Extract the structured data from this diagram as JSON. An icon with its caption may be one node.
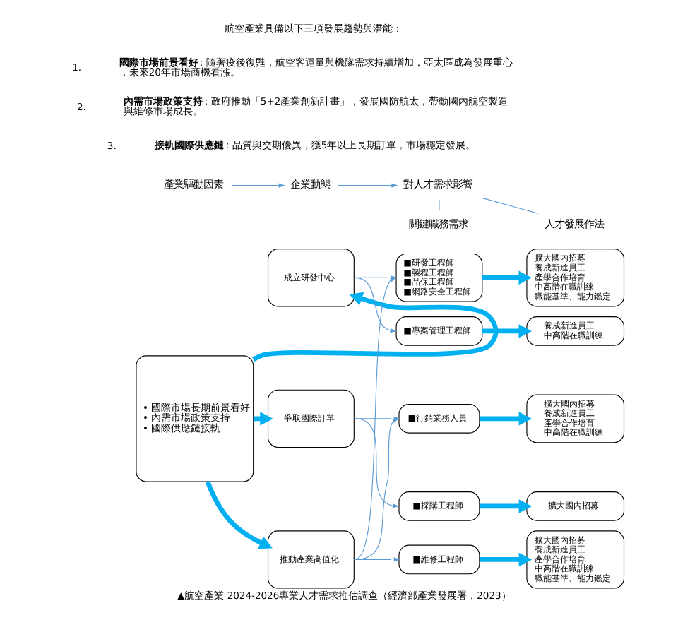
{
  "diagram": {
    "caption": "▲航空產業 2024-2026專業人才需求推估調查（經濟部產業發展署，2023）",
    "nodes": [
      {
        "text": [
          "產業驅動因素"
        ]
      },
      {
        "text": [
          "企業動態"
        ]
      },
      {
        "text": [
          "對人才需求影響"
        ]
      },
      {
        "text": [
          "關鍵職務需求"
        ]
      },
      {
        "text": [
          "人才發展作法"
        ]
      },
      {
        "text": [
          "• 國際市場長期前景看好",
          "• 內需市場政策支持",
          "• 國際供應鏈接軌"
        ]
      },
      {
        "text": [
          "成立研發中心"
        ]
      },
      {
        "text": [
          "爭取國際訂單"
        ]
      },
      {
        "text": [
          "推動產業高值化"
        ]
      },
      {
        "text": [
          "■研發工程師",
          "■製程工程師",
          "■品保工程師",
          "■網路安全工程師"
        ]
      },
      {
        "text": [
          "■專案管理工程師"
        ]
      },
      {
        "text": [
          "■行銷業務人員"
        ]
      },
      {
        "text": [
          "■採購工程師"
        ]
      },
      {
        "text": [
          "■維修工程師"
        ]
      },
      {
        "text": [
          "擴大國內招募",
          "養成新進員工",
          "產學合作培育",
          "中高階在職訓練",
          "職能基準、能力鑑定"
        ]
      },
      {
        "text": [
          "養成新進員工",
          "中高階在職訓練"
        ]
      },
      {
        "text": [
          "擴大國內招募",
          "養成新進員工",
          "產學合作培育",
          "中高階在職訓練"
        ]
      },
      {
        "text": [
          "擴大國內招募"
        ]
      },
      {
        "text": [
          "擴大國內招募",
          "養成新進員工",
          "產學合作培育",
          "中高階在職訓練",
          "職能基準、能力鑑定"
        ]
      }
    ],
    "edges": [
      {
        "from": 0,
        "to": 1,
        "arrow": "to"
      },
      {
        "from": 1,
        "to": 2,
        "arrow": "to"
      },
      {
        "from": 2,
        "to": 3,
        "arrow": "none"
      },
      {
        "from": 2,
        "to": 4,
        "arrow": "none"
      },
      {
        "from": 5,
        "to": 6,
        "arrow": "to",
        "style": "thick",
        "color": "#00b0f0"
      },
      {
        "from": 5,
        "to": 7,
        "arrow": "to",
        "style": "thick",
        "color": "#00b0f0"
      },
      {
        "from": 5,
        "to": 8,
        "arrow": "to",
        "style": "thick",
        "color": "#00b0f0"
      },
      {
        "from": 6,
        "to": 9,
        "arrow": "to"
      },
      {
        "from": 6,
        "to": 10,
        "arrow": "to"
      },
      {
        "from": 7,
        "to": 11,
        "arrow": "to"
      },
      {
        "from": 7,
        "to": 12,
        "arrow": "to"
      },
      {
        "from": 8,
        "to": 9,
        "arrow": "to"
      },
      {
        "from": 8,
        "to": 11,
        "arrow": "to"
      },
      {
        "from": 8,
        "to": 13,
        "arrow": "to"
      },
      {
        "from": 9,
        "to": 14,
        "arrow": "to",
        "style": "thick",
        "color": "#00b0f0"
      },
      {
        "from": 10,
        "to": 15,
        "arrow": "to",
        "style": "thick",
        "color": "#00b0f0"
      },
      {
        "from": 11,
        "to": 16,
        "arrow": "to",
        "style": "thick",
        "color": "#00b0f0"
      },
      {
        "from": 12,
        "to": 17,
        "arrow": "to",
        "style": "thick",
        "color": "#00b0f0"
      },
      {
        "from": 13,
        "to": 18,
        "arrow": "to",
        "style": "thick",
        "color": "#00b0f0"
      }
    ],
    "labels": [
      "航空產業具備以下三項發展趨勢與潛能：",
      "1.",
      "**國際市場前景看好**：隨著疫後復甦，航空客運量與機隊需求持續增加，亞太區成為發展重心，未來20年市場商機看漲。",
      "2.",
      "**內需市場政策支持**：政府推動「5+2產業創新計畫」，發展國防航太，帶動國內航空製造與維修市場成長。",
      "3.",
      "**接軌國際供應鏈**：品質與交期優異，獲5年以上長期訂單，市場穩定發展。"
    ]
  }
}
